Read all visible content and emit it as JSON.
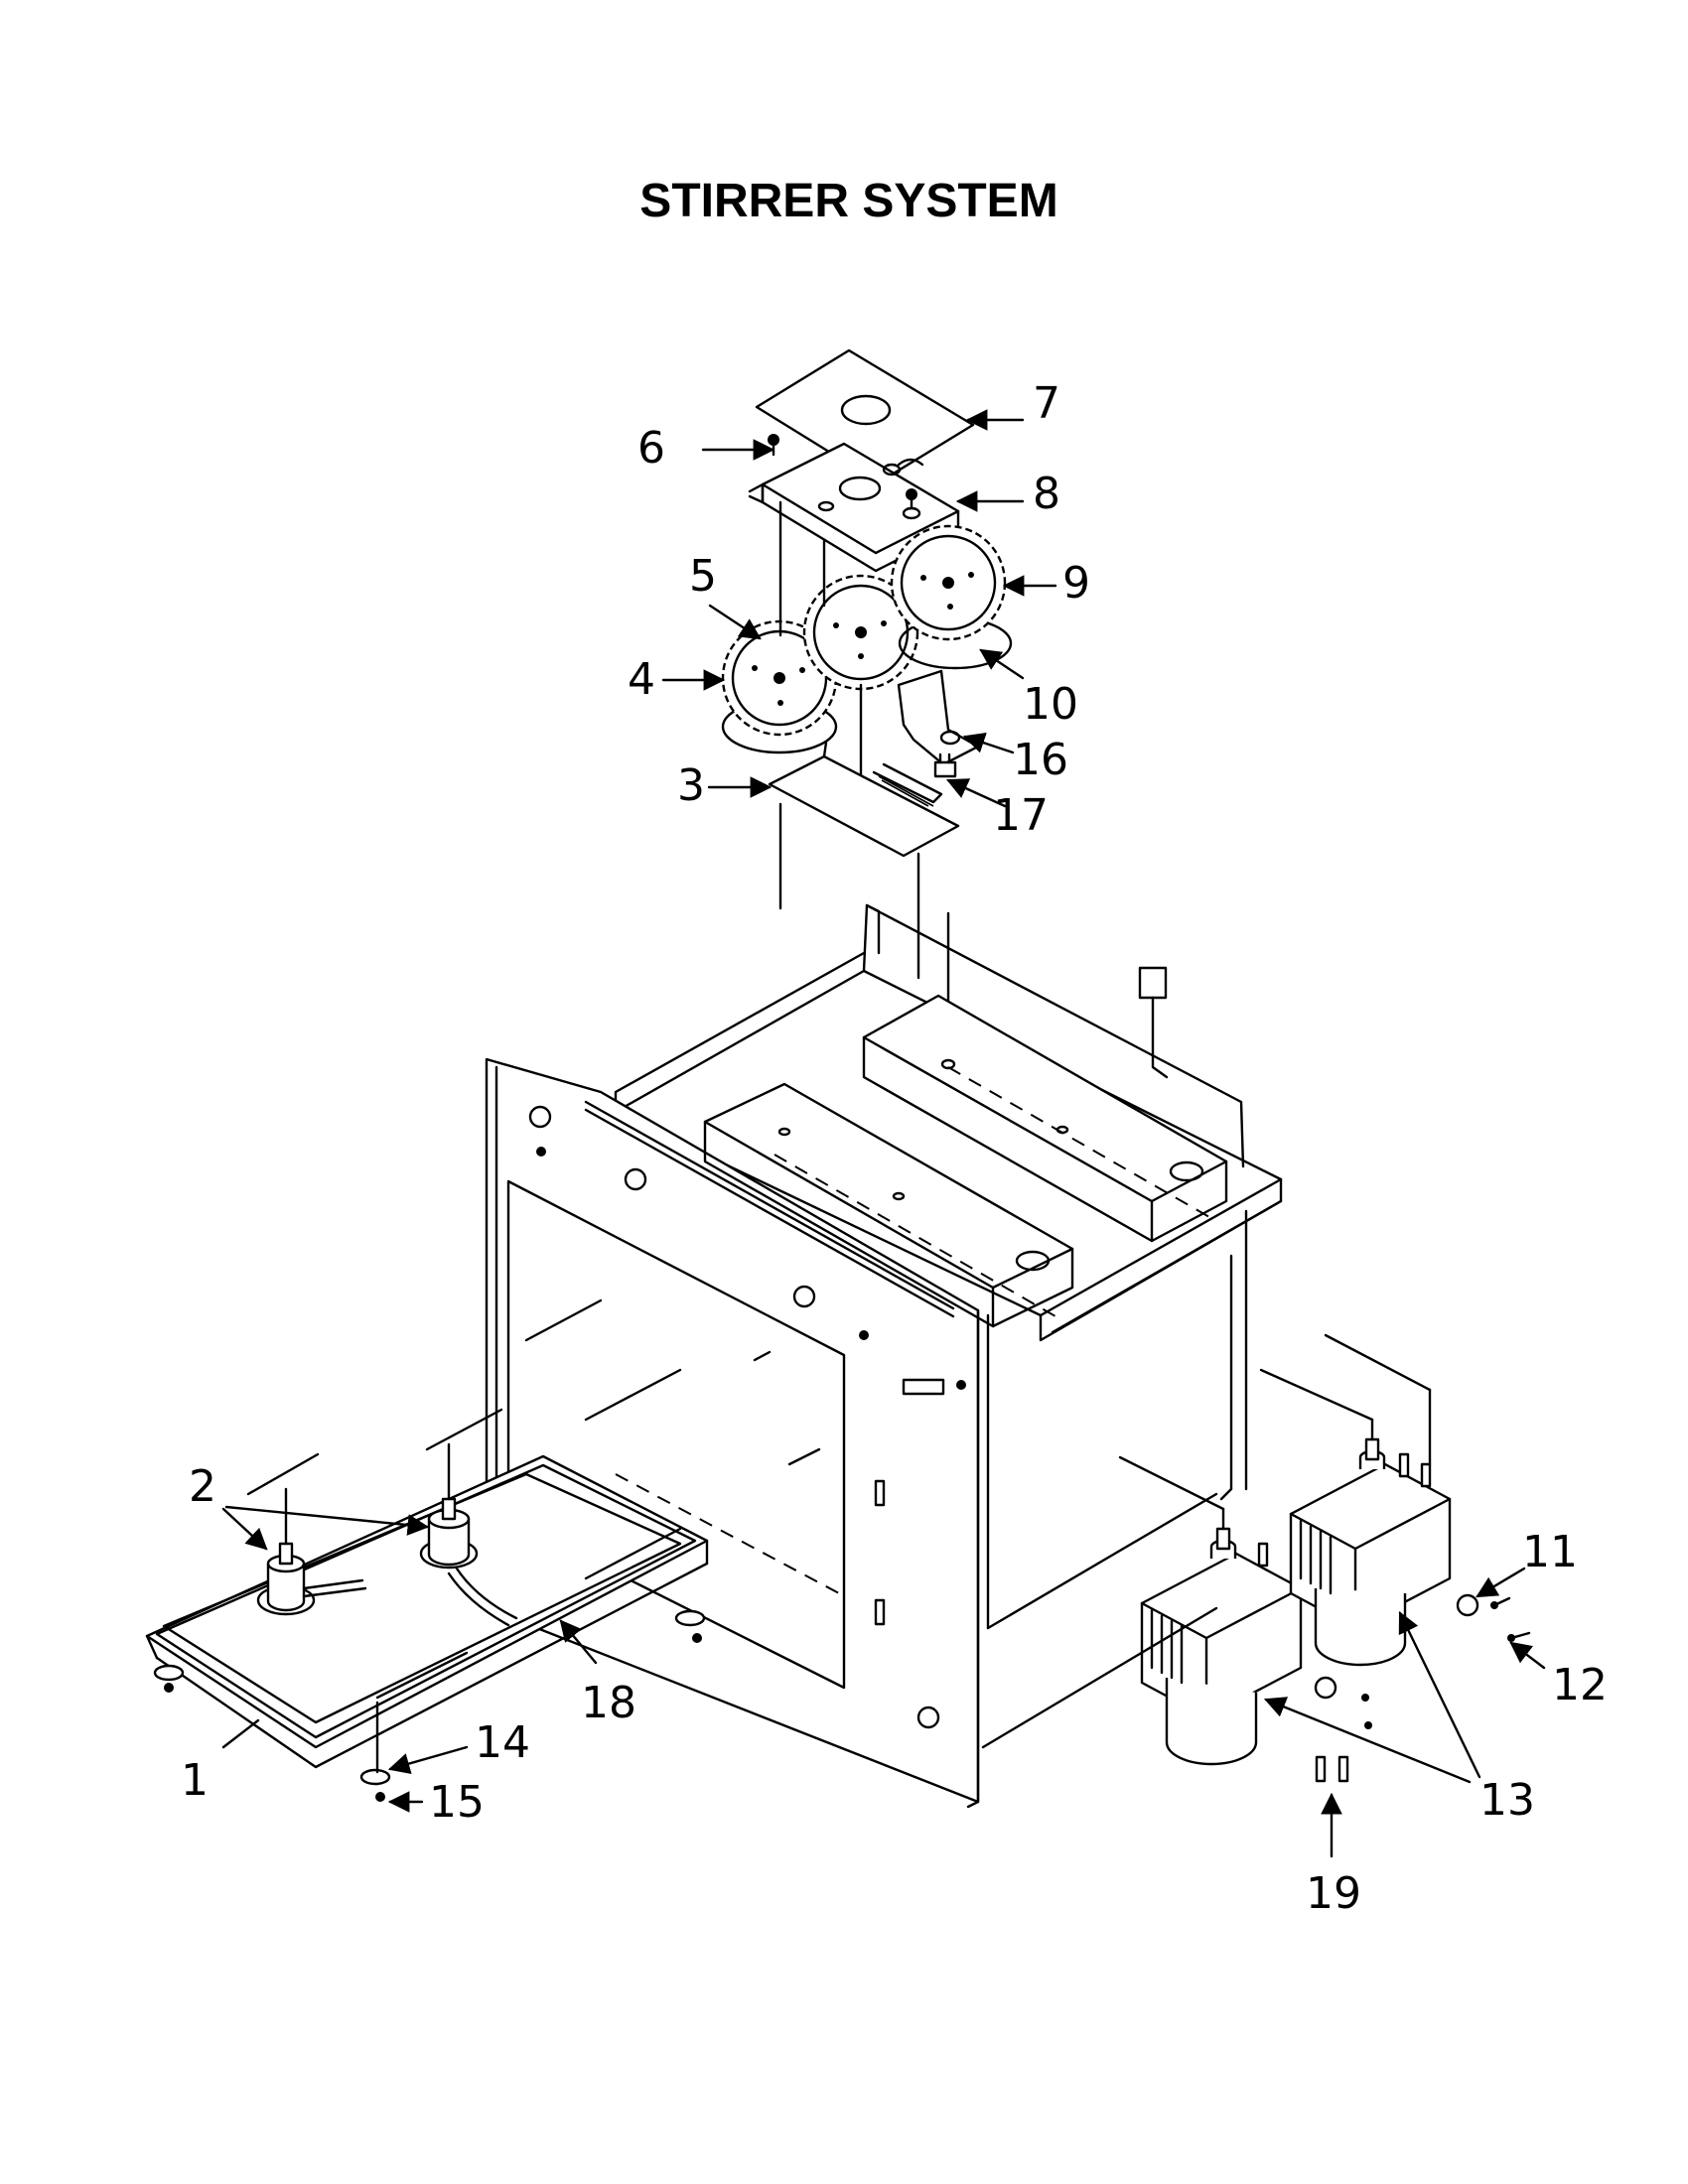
{
  "title": "STIRRER SYSTEM",
  "callouts": [
    {
      "id": "1",
      "label": "1"
    },
    {
      "id": "2",
      "label": "2"
    },
    {
      "id": "3",
      "label": "3"
    },
    {
      "id": "4",
      "label": "4"
    },
    {
      "id": "5",
      "label": "5"
    },
    {
      "id": "6",
      "label": "6"
    },
    {
      "id": "7",
      "label": "7"
    },
    {
      "id": "8",
      "label": "8"
    },
    {
      "id": "9",
      "label": "9"
    },
    {
      "id": "10",
      "label": "10"
    },
    {
      "id": "11",
      "label": "11"
    },
    {
      "id": "12",
      "label": "12"
    },
    {
      "id": "13",
      "label": "13"
    },
    {
      "id": "14",
      "label": "14"
    },
    {
      "id": "15",
      "label": "15"
    },
    {
      "id": "16",
      "label": "16"
    },
    {
      "id": "17",
      "label": "17"
    },
    {
      "id": "18",
      "label": "18"
    },
    {
      "id": "19",
      "label": "19"
    }
  ]
}
